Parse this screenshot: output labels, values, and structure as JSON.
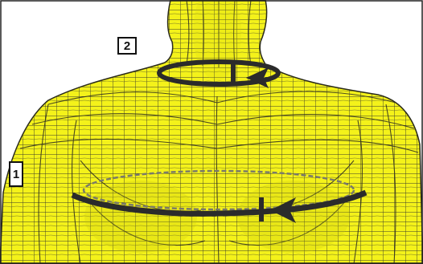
{
  "figure": {
    "subject": "torso-wireframe",
    "colors": {
      "skin": "#f4f21a",
      "mesh": "#3a3a2a",
      "measure_band": "#2b2b2b",
      "background": "#ffffff",
      "frame": "#222222"
    },
    "icons": [
      "left-arrow-icon",
      "left-arrow-icon"
    ]
  },
  "callouts": [
    {
      "id": "1",
      "label": "1",
      "target": "bust-girth"
    },
    {
      "id": "2",
      "label": "2",
      "target": "neck-girth"
    }
  ]
}
